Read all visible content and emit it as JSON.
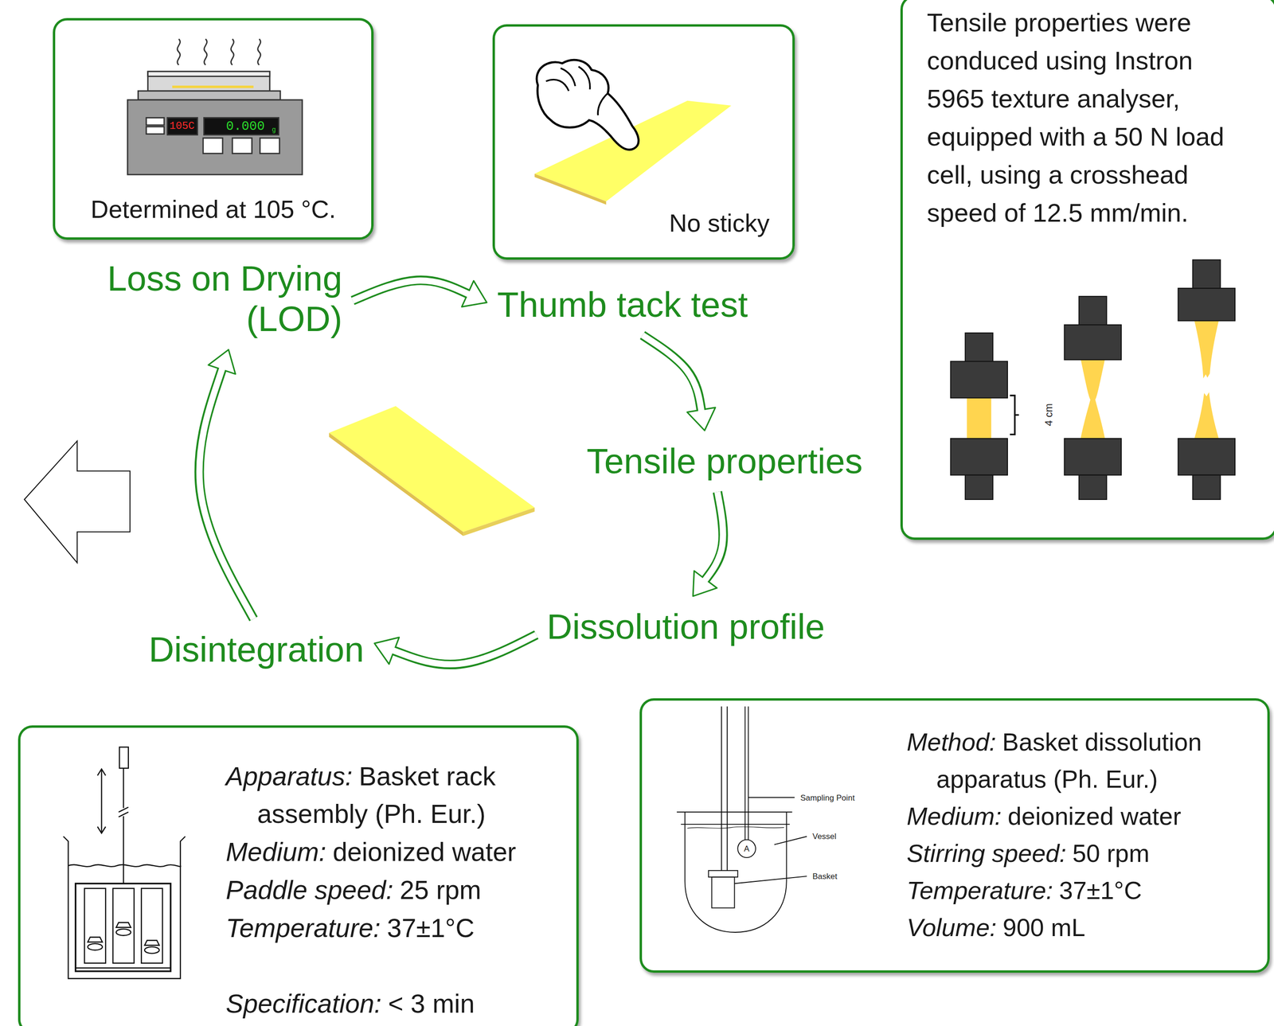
{
  "diagram": {
    "nodes": [
      {
        "text": [
          "Determined at 105 °C."
        ]
      },
      {
        "text": [
          "No sticky"
        ]
      },
      {
        "text": [
          "Tensile properties were conduced using Instron 5965 texture analyser, equipped with a 50 N load cell, using a crosshead speed of 12.5 mm/min."
        ]
      },
      {
        "text": [
          "Loss on Drying (LOD)"
        ]
      },
      {
        "text": [
          "Thumb tack test"
        ]
      },
      {
        "text": [
          "Tensile properties"
        ]
      },
      {
        "text": [
          "Dissolution profile"
        ]
      },
      {
        "text": [
          "Disintegration"
        ]
      },
      {
        "text": [
          "Apparatus:",
          "Basket rack assembly (Ph. Eur.)",
          "Medium:",
          "deionized water",
          "Paddle speed:",
          "25 rpm",
          "Temperature:",
          "37±1°C",
          "Specification:",
          "< 3 min"
        ]
      },
      {
        "text": [
          "Method:",
          "Basket dissolution apparatus (Ph. Eur.)",
          "Medium:",
          "deionized water",
          "Stirring speed:",
          "50 rpm",
          "Temperature:",
          "37±1°C",
          "Volume:",
          "900 mL"
        ]
      }
    ],
    "edges": [
      {
        "from": 3,
        "to": 4,
        "arrow": "to"
      },
      {
        "from": 4,
        "to": 5,
        "arrow": "to"
      },
      {
        "from": 5,
        "to": 6,
        "arrow": "to"
      },
      {
        "from": 6,
        "to": 7,
        "arrow": "to"
      },
      {
        "from": 7,
        "to": 3,
        "arrow": "to"
      }
    ],
    "labels": [
      "105C",
      "0.000",
      "g",
      "4 cm",
      "A",
      "Sampling Point",
      "Vessel",
      "Basket"
    ]
  }
}
